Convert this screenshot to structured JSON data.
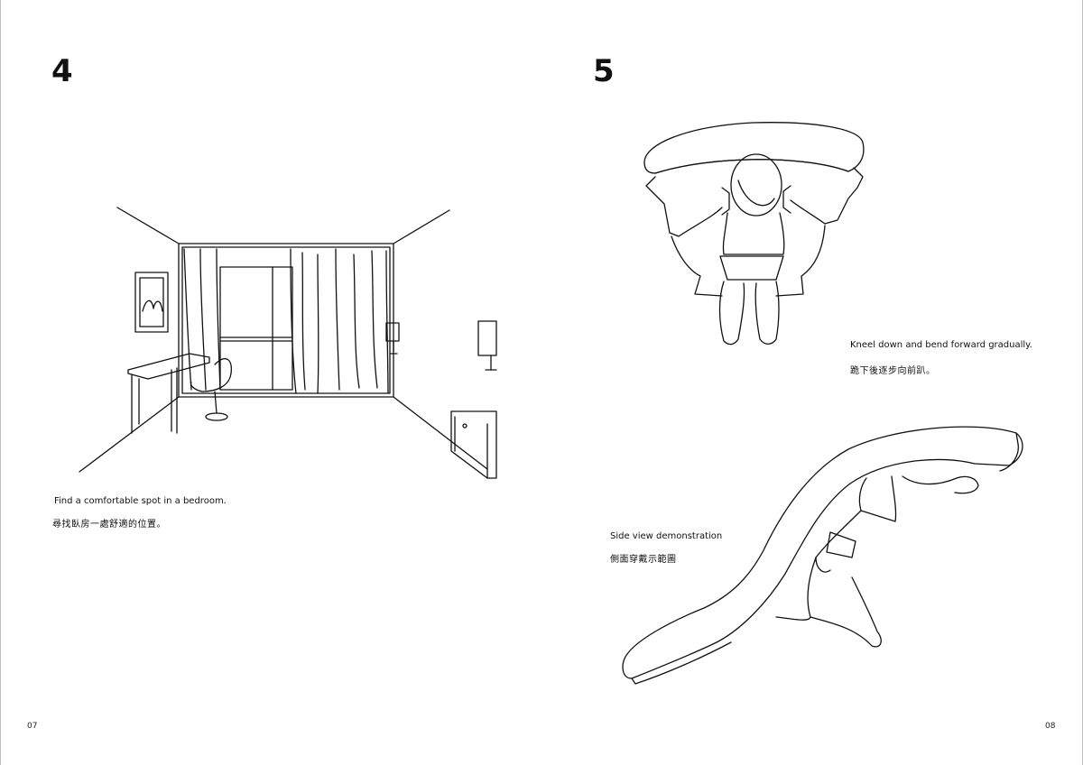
{
  "left_page": {
    "step_number": "4",
    "caption_en": "Find a comfortable spot in a bedroom.",
    "caption_zh": "尋找臥房一處舒適的位置。",
    "page_number": "07"
  },
  "right_page": {
    "step_number": "5",
    "top_caption_en": "Kneel down and bend forward gradually.",
    "top_caption_zh": "跪下後逐步向前趴。",
    "side_caption_en": "Side view demonstration",
    "side_caption_zh": "側面穿戴示範圖",
    "page_number": "08"
  }
}
